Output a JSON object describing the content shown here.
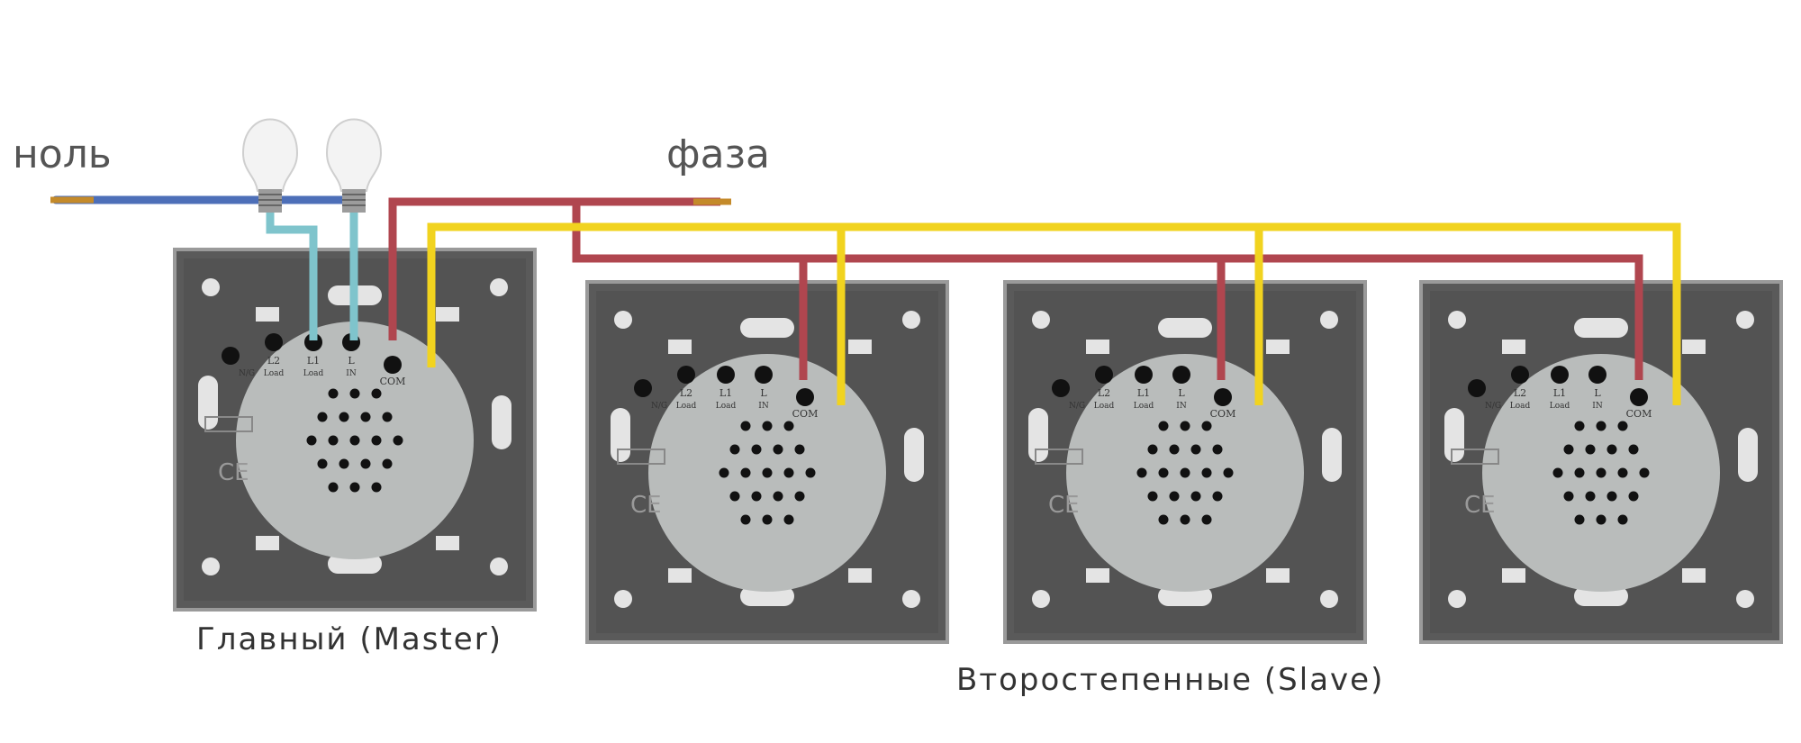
{
  "labels": {
    "neutral": "ноль",
    "phase": "фаза",
    "master": "Главный (Master)",
    "slave": "Второстепенные (Slave)"
  },
  "terminals": {
    "l2": "L2",
    "l1": "L1",
    "l": "L",
    "load": "Load",
    "in": "IN",
    "com": "COM",
    "n": "N/G"
  },
  "panel_mark": "CE",
  "colors": {
    "neutral_wire": "#4d6fb8",
    "phase_wire": "#b0464f",
    "com_wire": "#f1d31f",
    "load_wire": "#7fc4cc",
    "panel_frame": "#555555",
    "module_disc": "#b9bcbb"
  },
  "icons": [
    "bulb-icon",
    "bulb-icon"
  ]
}
